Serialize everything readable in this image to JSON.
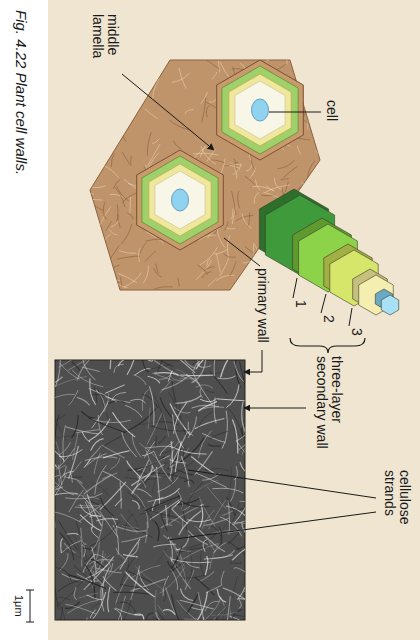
{
  "diagram": {
    "caption": "Fig. 4.22 Plant cell walls.",
    "labels": [
      "cell",
      "middle lamella",
      "three-layer secondary wall",
      "3",
      "2",
      "1",
      "primary wall",
      "cellulose strands",
      "1μm"
    ]
  }
}
